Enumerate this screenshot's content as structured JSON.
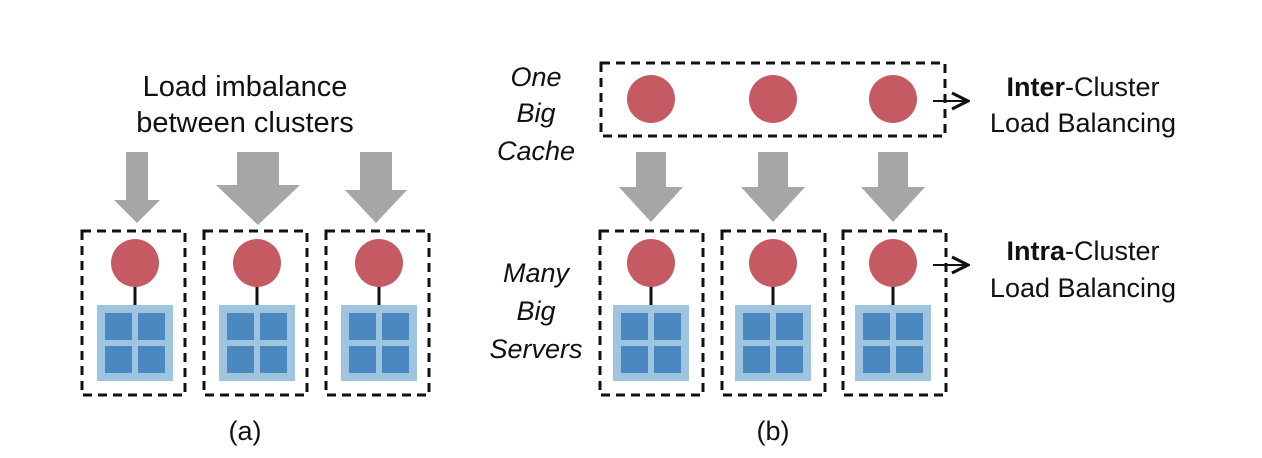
{
  "panel_a": {
    "caption": "(a)",
    "heading_line1": "Load imbalance",
    "heading_line2": "between clusters"
  },
  "panel_b": {
    "caption": "(b)",
    "cache_label": [
      "One",
      "Big",
      "Cache"
    ],
    "servers_label": [
      "Many",
      "Big",
      "Servers"
    ],
    "inter": {
      "bold": "Inter",
      "rest": "-Cluster",
      "line2": "Load Balancing"
    },
    "intra": {
      "bold": "Intra",
      "rest": "-Cluster",
      "line2": "Load Balancing"
    }
  },
  "colors": {
    "cache_node": "#c55a62",
    "server_outer": "#9fc4df",
    "server_cell": "#4a88bf",
    "arrow": "#a6a6a6",
    "border": "#111111"
  }
}
